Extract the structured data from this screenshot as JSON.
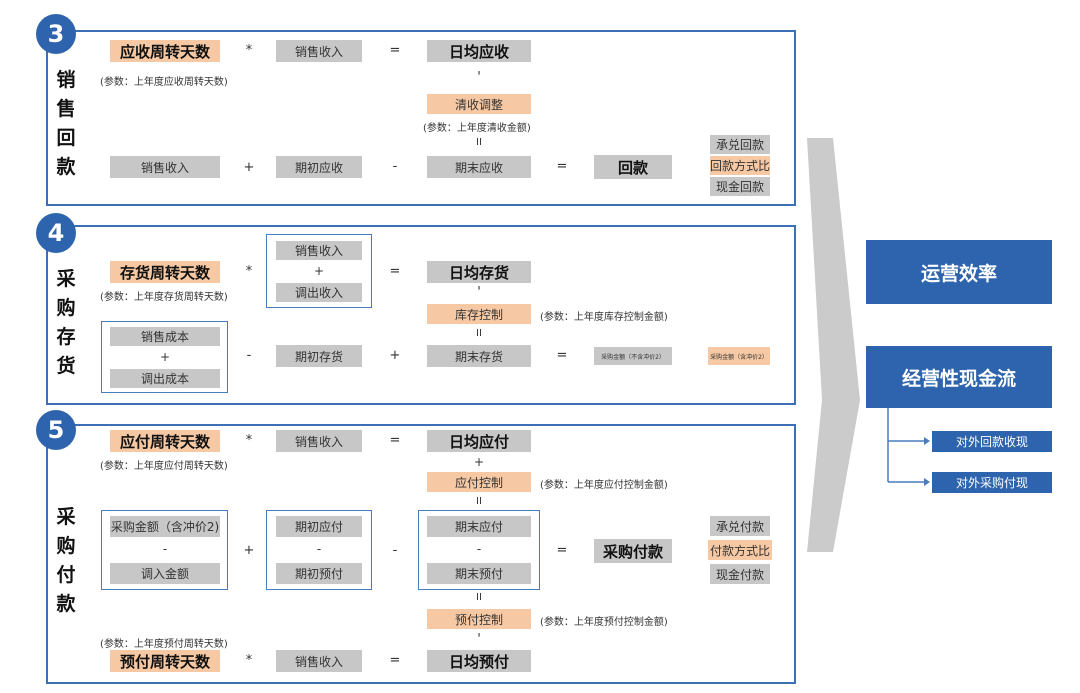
{
  "sec3": {
    "num": "3",
    "side": [
      "销",
      "售",
      "回",
      "款"
    ],
    "ar_days": "应收周转天数",
    "star": "*",
    "sales": "销售收入",
    "eq": "=",
    "daily_ar": "日均应收",
    "param1": "(参数：上年度应收周转天数)",
    "comma": "'",
    "qs_adj": "清收调整",
    "param2": "(参数：上年度清收金额)",
    "par": "II",
    "sales2": "销售收入",
    "plus": "+",
    "open_ar": "期初应收",
    "minus": "-",
    "end_ar": "期末应收",
    "eq2": "=",
    "result": "回款",
    "r1": "承兑回款",
    "r2": "回款方式比",
    "r3": "现金回款"
  },
  "sec4": {
    "num": "4",
    "side": [
      "采",
      "购",
      "存",
      "货"
    ],
    "inv_days": "存货周转天数",
    "star": "*",
    "f_sales": "销售收入",
    "f_plus": "+",
    "f_transfer": "调出收入",
    "eq": "=",
    "daily_inv": "日均存货",
    "param1": "(参数：上年度存货周转天数)",
    "comma": "'",
    "inv_ctrl": "库存控制",
    "param2": "(参数：上年度库存控制金额)",
    "par": "II",
    "c_cost": "销售成本",
    "c_plus": "+",
    "c_transfer": "调出成本",
    "minus": "-",
    "open_inv": "期初存货",
    "plus": "+",
    "end_inv": "期末存货",
    "eq2": "=",
    "pur_excl": "采购金额（不含冲价2）",
    "pur_incl": "采购金额（含冲价2）"
  },
  "sec5": {
    "num": "5",
    "side": [
      "采",
      "购",
      "付",
      "款"
    ],
    "ap_days": "应付周转天数",
    "star": "*",
    "sales": "销售收入",
    "eq": "=",
    "daily_ap": "日均应付",
    "param1": "(参数：上年度应付周转天数)",
    "plus_mid": "+",
    "ap_ctrl": "应付控制",
    "param_ap": "(参数：上年度应付控制金额)",
    "par": "II",
    "purchase": "采购金额（含冲价2)",
    "dash": "-",
    "adjust": "调入金额",
    "plus": "+",
    "open_ap": "期初应付",
    "open_prepay": "期初预付",
    "minus": "-",
    "end_ap": "期末应付",
    "end_prepay": "期末预付",
    "eq2": "=",
    "result": "采购付款",
    "r1": "承兑付款",
    "r2": "付款方式比",
    "r3": "现金付款",
    "par2": "II",
    "prepay_ctrl": "预付控制",
    "param_pre": "(参数：上年度预付控制金额)",
    "comma": "'",
    "param_pre_days": "(参数：上年度预付周转天数)",
    "pre_days": "预付周转天数",
    "star2": "*",
    "sales2": "销售收入",
    "eq3": "=",
    "daily_pre": "日均预付"
  },
  "right": {
    "efficiency": "运营效率",
    "cashflow": "经营性现金流",
    "sub1": "对外回款收现",
    "sub2": "对外采购付现"
  },
  "colors": {
    "blue": "#2e64ad",
    "gray": "#c7c7c7",
    "orange": "#f6c8a3",
    "chevron": "#c9c9c9"
  }
}
